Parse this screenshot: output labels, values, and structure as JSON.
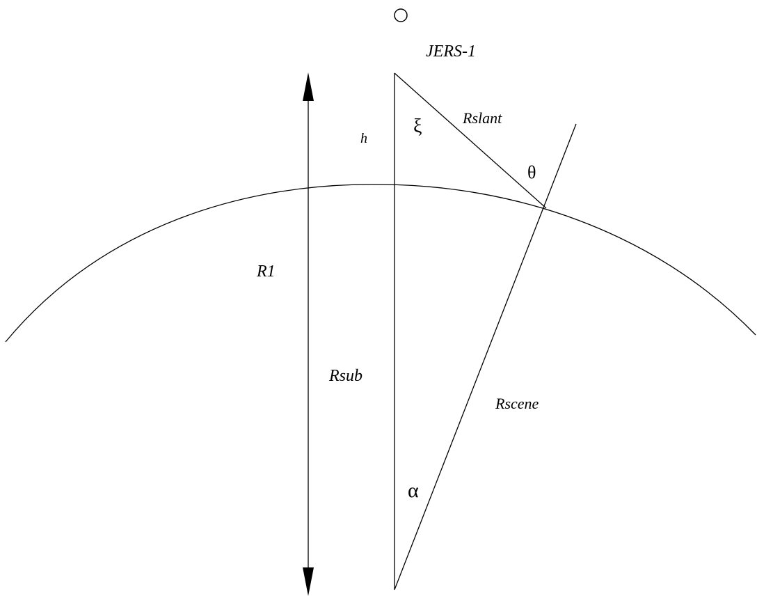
{
  "diagram": {
    "labels": {
      "satellite": "JERS-1",
      "height": "h",
      "slant_range": "Rslant",
      "radius_r1": "R1",
      "radius_sub": "Rsub",
      "radius_scene": "Rscene"
    },
    "angles": {
      "xi": "ξ",
      "theta": "θ",
      "alpha": "α"
    },
    "colors": {
      "stroke": "#000000",
      "background": "#ffffff"
    }
  }
}
